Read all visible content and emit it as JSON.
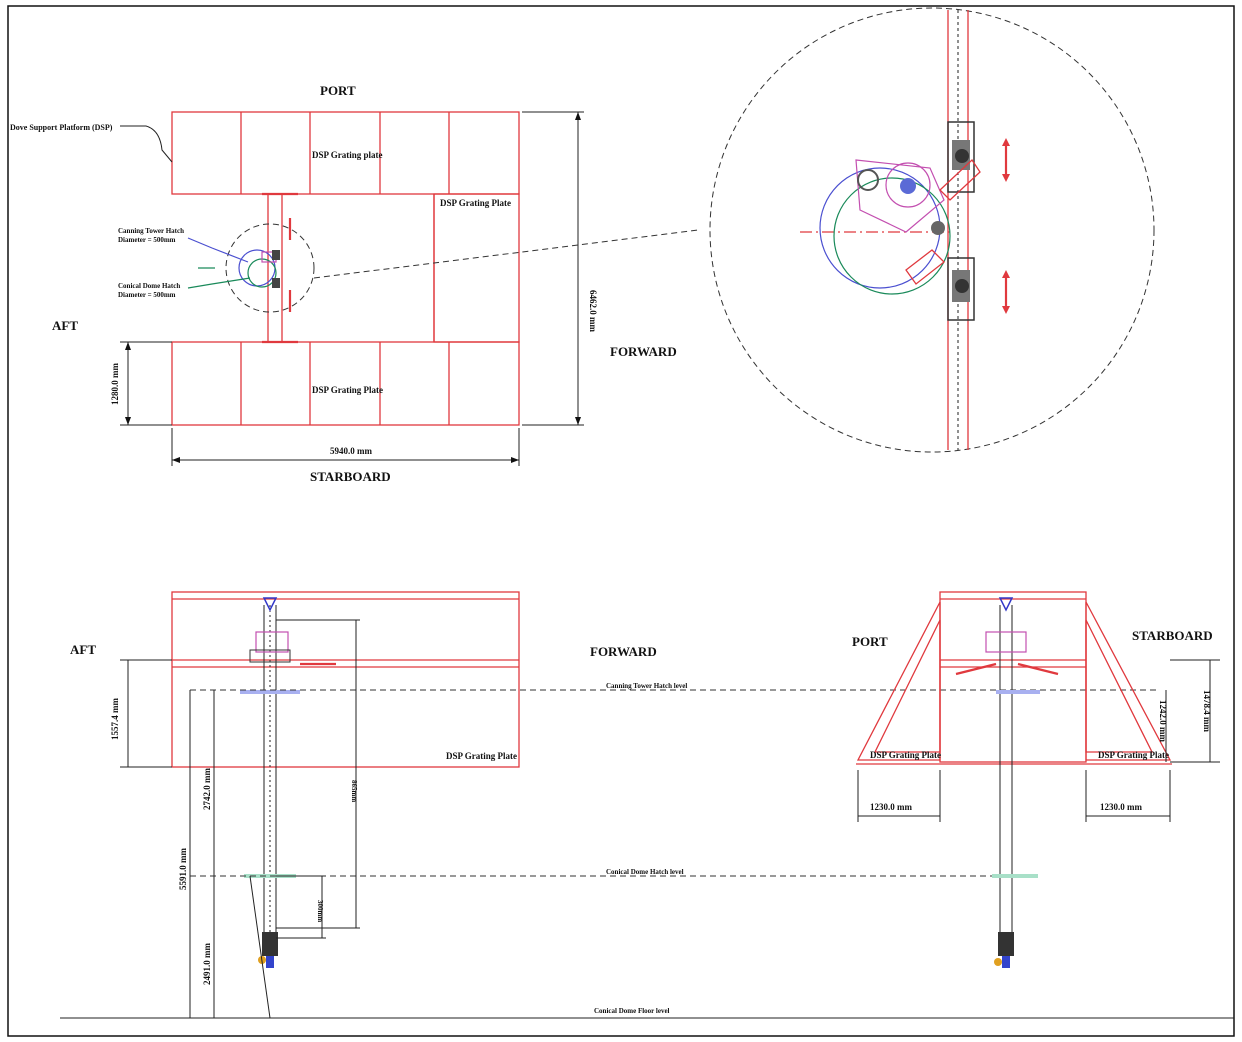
{
  "plan": {
    "port": "PORT",
    "starboard": "STARBOARD",
    "aft": "AFT",
    "forward": "FORWARD",
    "dsp_label": "Dove Support Platform (DSP)",
    "grating_top": "DSP Grating plate",
    "grating_mid": "DSP Grating Plate",
    "grating_bottom": "DSP Grating Plate",
    "dim_width": "5940.0 mm",
    "dim_height": "6462.0 mm",
    "dim_strip": "1280.0 mm",
    "callout_blue": [
      "Canning Tower Hatch",
      "Diameter = 500mm"
    ],
    "callout_green": [
      "Conical Dome Hatch",
      "Diameter = 500mm"
    ]
  },
  "side_view": {
    "aft": "AFT",
    "forward": "FORWARD",
    "grating": "DSP Grating Plate",
    "dim_vertical_left": "1557.4 mm",
    "dim_2742": "2742.0 mm",
    "dim_5591": "5591.0 mm",
    "dim_2491": "2491.0 mm",
    "dim_small": "865mm",
    "dim_small2": "300mm",
    "level_canning": "Canning Tower Hatch level",
    "level_conical": "Conical Dome Hatch level",
    "level_floor": "Conical Dome Floor level"
  },
  "end_view": {
    "port": "PORT",
    "starboard": "STARBOARD",
    "grating_left": "DSP Grating Plate",
    "grating_right": "DSP Grating Plate",
    "dim_left": "1230.0 mm",
    "dim_right": "1230.0 mm",
    "dim_1478": "1478.4 mm",
    "dim_1242": "1242.0 mm"
  },
  "colors": {
    "structure": "#e0393e",
    "canning_hatch": "#4a4fd0",
    "conical_hatch": "#1a8a5a",
    "mechanism": "#c34fb0"
  }
}
